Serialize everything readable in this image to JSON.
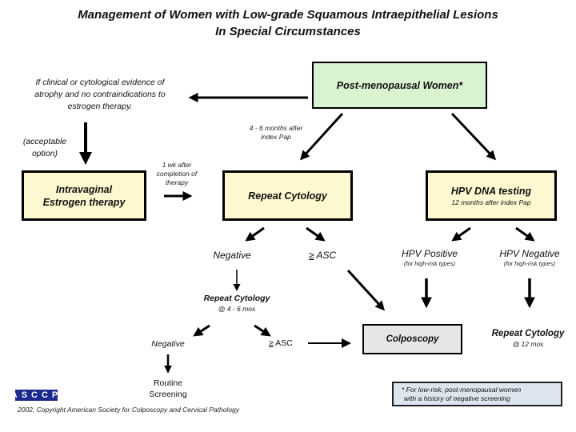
{
  "title": {
    "line1": "Management of Women with Low-grade Squamous Intraepithelial Lesions",
    "line2": "In Special Circumstances"
  },
  "nodes": {
    "post_menopausal": "Post-menopausal Women*",
    "atrophy_condition": [
      "If clinical or cytological evidence of",
      "atrophy and no contraindications to",
      "estrogen therapy."
    ],
    "acceptable_option": [
      "(acceptable",
      "option)"
    ],
    "intravaginal": [
      "Intravaginal",
      "Estrogen therapy"
    ],
    "repeat_cytology": "Repeat Cytology",
    "hpv_dna": {
      "title": "HPV DNA testing",
      "sub": "12 months after index Pap"
    },
    "negative_1": "Negative",
    "asc_1": "ASC",
    "hpv_positive": {
      "title": "HPV Positive",
      "sub": "(for high-risk types)"
    },
    "hpv_negative": {
      "title": "HPV Negative",
      "sub": "(for high-risk types)"
    },
    "repeat_cytology_4_6": {
      "title": "Repeat Cytology",
      "sub": "@ 4 - 6 mos"
    },
    "negative_2": "Negative",
    "asc_2": "ASC",
    "routine_screening": [
      "Routine",
      "Screening"
    ],
    "colposcopy": "Colposcopy",
    "repeat_cytology_12": {
      "title": "Repeat Cytology",
      "sub": "@ 12 mos"
    },
    "gte_symbol": "≥"
  },
  "edge_labels": {
    "four_six_months": [
      "4 - 6 months after",
      "index Pap"
    ],
    "one_week": [
      "1 wk after",
      "completion of",
      "therapy"
    ]
  },
  "footnote": [
    "* For low-risk, post-menopausal women",
    "with a history of negative screening"
  ],
  "logo": {
    "text": "ASCCP",
    "color": "#1b2a8c"
  },
  "copyright": "2002, Copyright American Society for Colposcopy and Cervical Pathology",
  "colors": {
    "green_box": "#d9f2cf",
    "yellow_box": "#fdf8cf",
    "gray_box": "#e6e6e6",
    "note_box": "#dde6ee"
  }
}
